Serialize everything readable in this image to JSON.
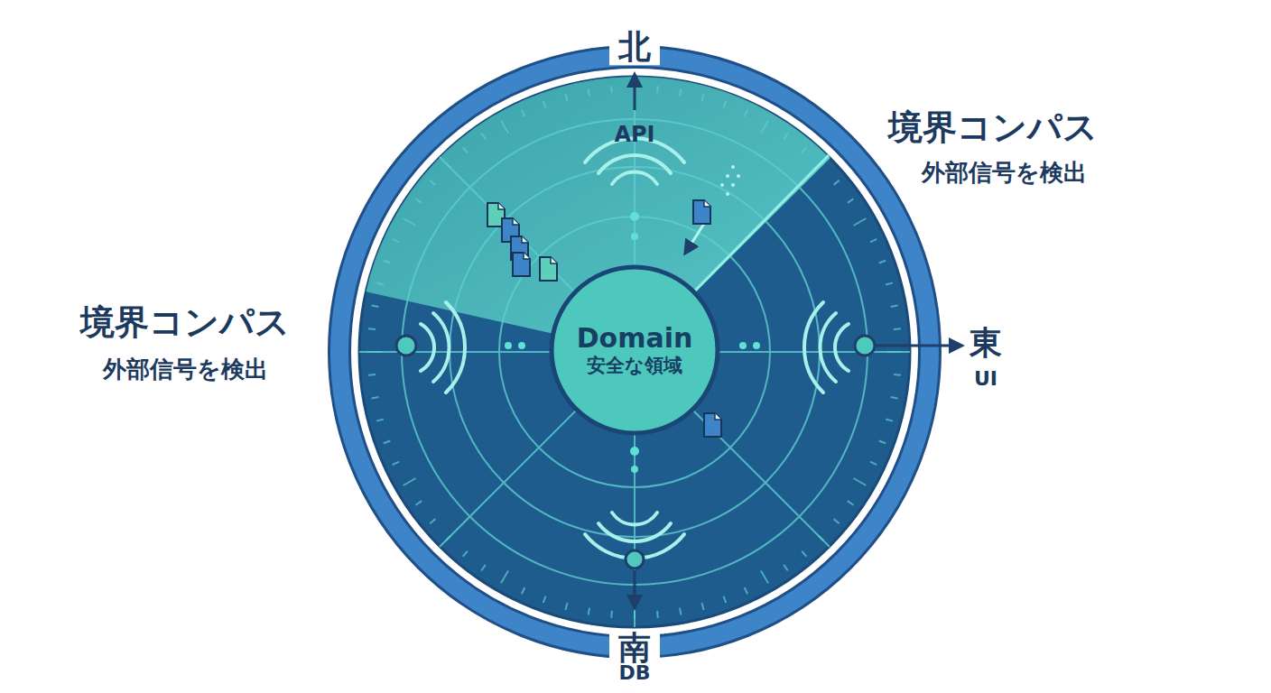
{
  "diagram": {
    "nodes": [
      {
        "text": [
          "Domain",
          "安全な領域"
        ]
      }
    ],
    "labels": [
      "北",
      "API",
      "境界コンパス",
      "外部信号を検出",
      "境界コンパス",
      "外部信号を検出",
      "東",
      "UI",
      "南",
      "DB"
    ]
  }
}
